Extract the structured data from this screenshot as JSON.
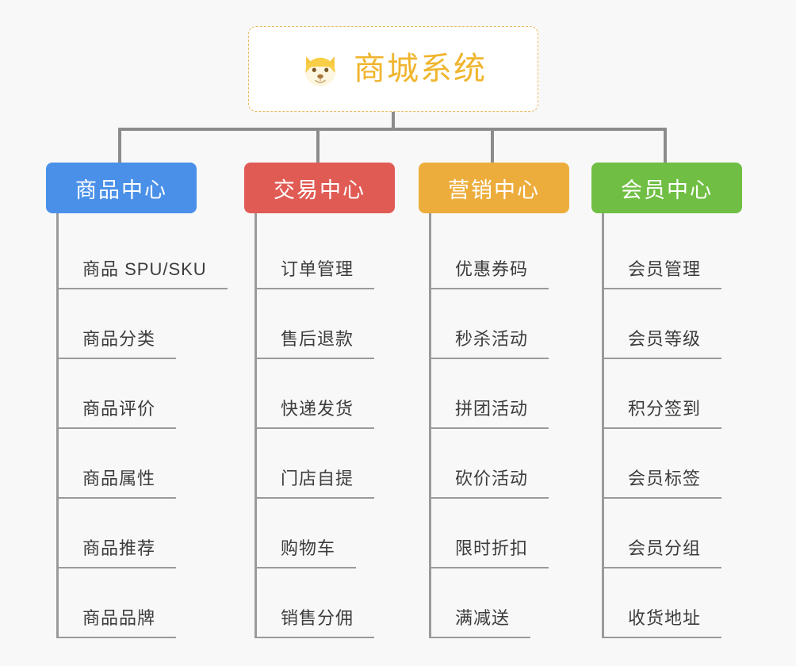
{
  "background_color": "#f8f8f8",
  "root": {
    "icon": "shiba-dog-face-emoji",
    "title": "商城系统",
    "title_color": "#f0b52e",
    "border_color": "#e8b862"
  },
  "connector_color": "#8c8c8c",
  "columns": [
    {
      "header": "商品中心",
      "color": "#4a90e8",
      "items": [
        "商品 SPU/SKU",
        "商品分类",
        "商品评价",
        "商品属性",
        "商品推荐",
        "商品品牌"
      ]
    },
    {
      "header": "交易中心",
      "color": "#e15b55",
      "items": [
        "订单管理",
        "售后退款",
        "快递发货",
        "门店自提",
        "购物车",
        "销售分佣"
      ]
    },
    {
      "header": "营销中心",
      "color": "#edad3c",
      "items": [
        "优惠券码",
        "秒杀活动",
        "拼团活动",
        "砍价活动",
        "限时折扣",
        "满减送"
      ]
    },
    {
      "header": "会员中心",
      "color": "#70bf44",
      "items": [
        "会员管理",
        "会员等级",
        "积分签到",
        "会员标签",
        "会员分组",
        "收货地址"
      ]
    }
  ]
}
